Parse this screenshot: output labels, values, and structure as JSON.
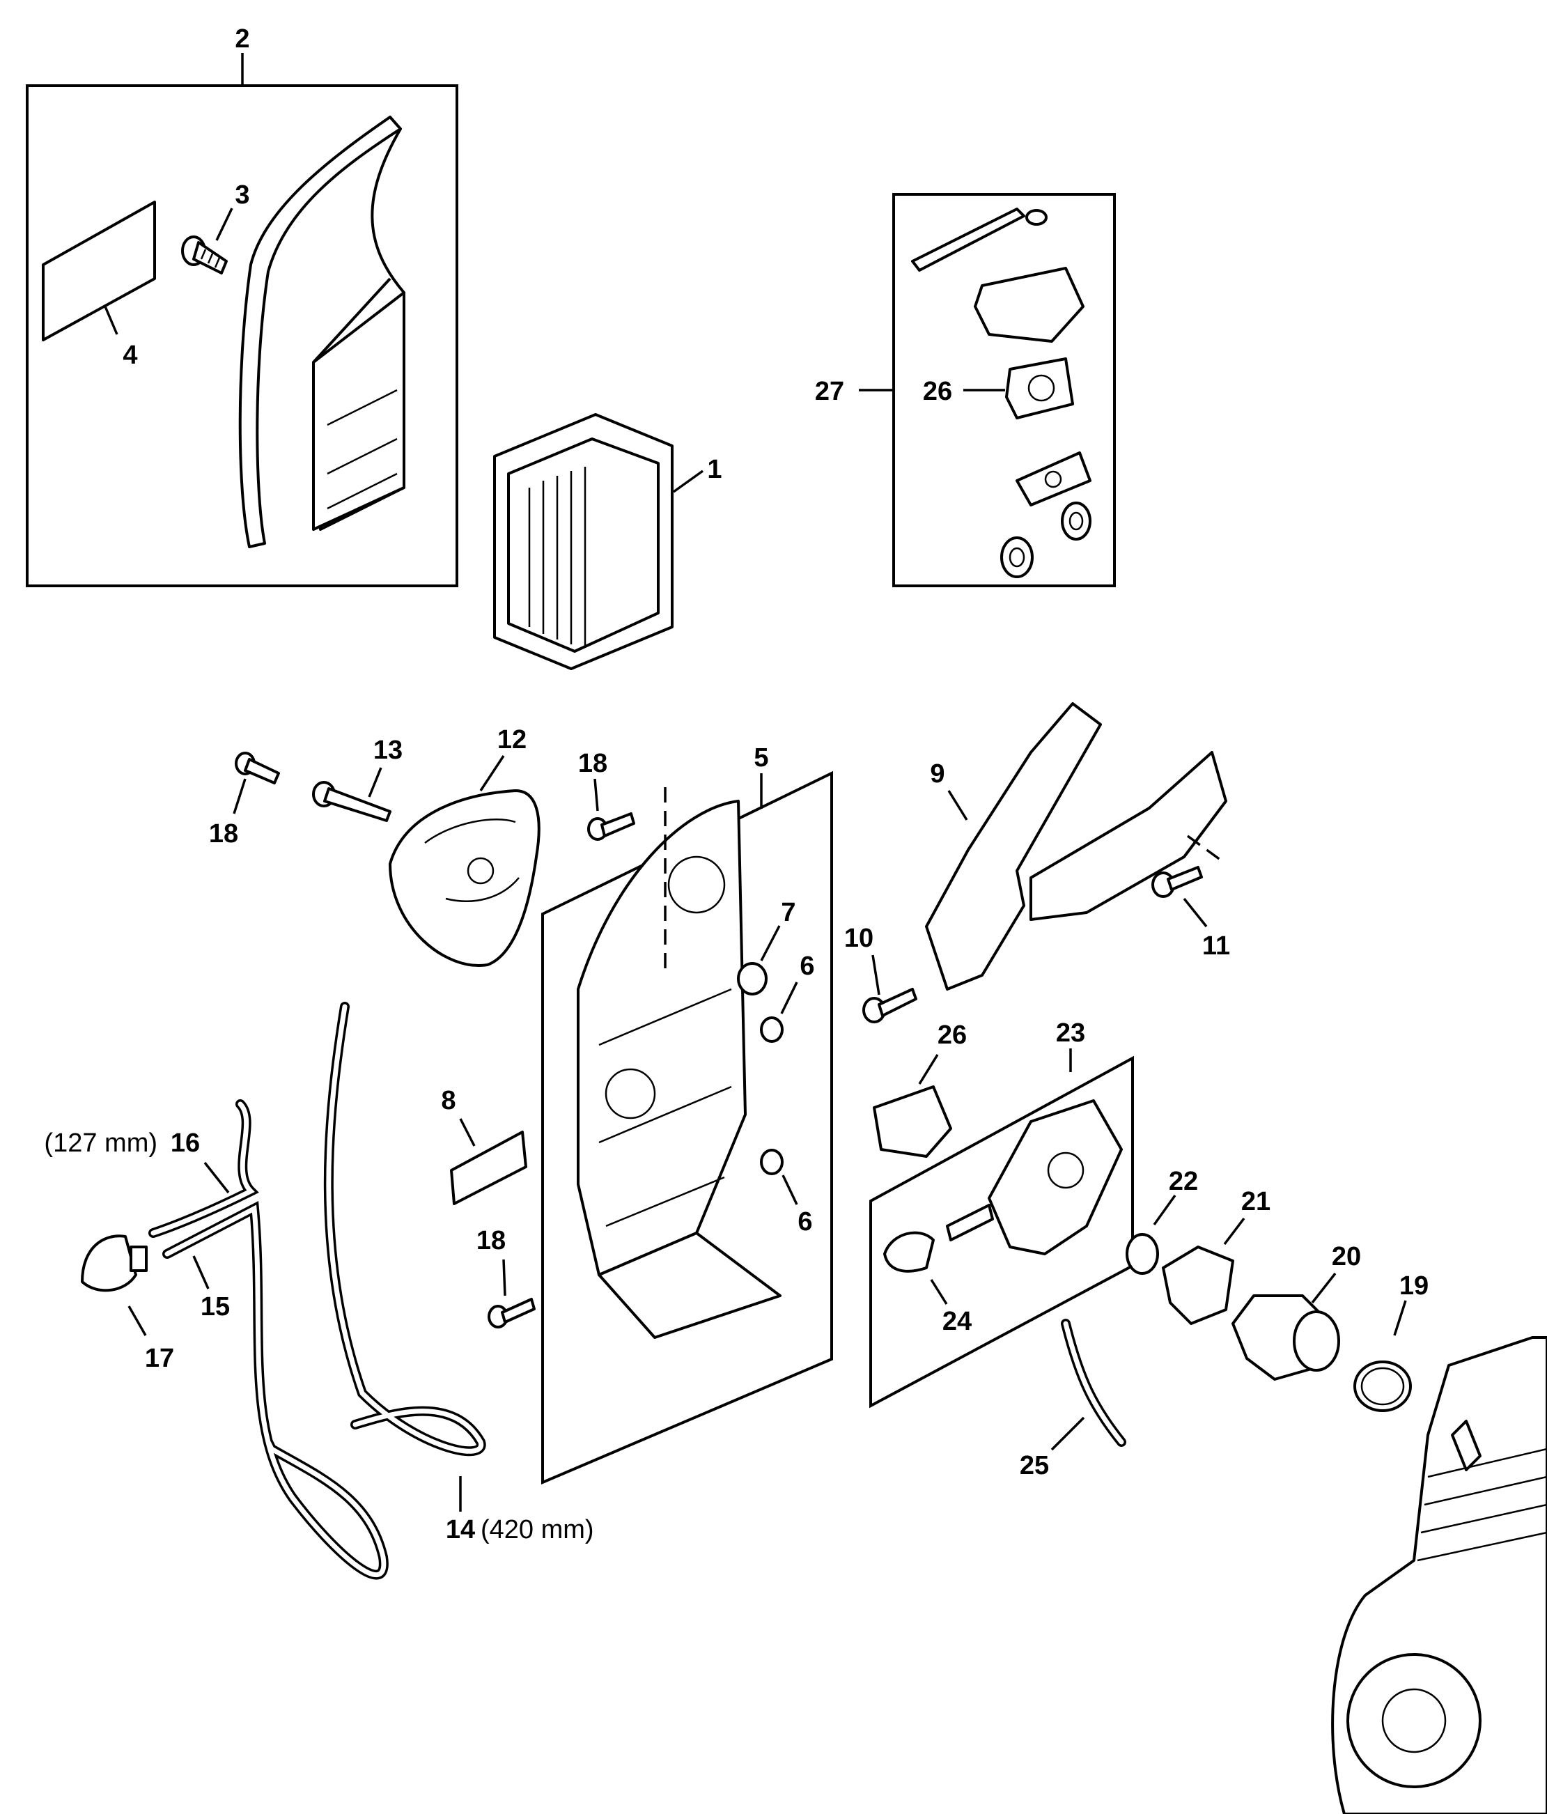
{
  "diagram": {
    "type": "exploded parts diagram",
    "labels": {
      "p1": "1",
      "p2": "2",
      "p3": "3",
      "p4": "4",
      "p5": "5",
      "p6a": "6",
      "p6b": "6",
      "p7": "7",
      "p8": "8",
      "p9": "9",
      "p10": "10",
      "p11": "11",
      "p12": "12",
      "p13": "13",
      "p14": "14",
      "p14_note": "(420 mm)",
      "p15": "15",
      "p16": "16",
      "p16_note": "(127 mm)",
      "p17": "17",
      "p18a": "18",
      "p18b": "18",
      "p18c": "18",
      "p19": "19",
      "p20": "20",
      "p21": "21",
      "p22": "22",
      "p23": "23",
      "p24": "24",
      "p25": "25",
      "p26a": "26",
      "p26b": "26",
      "p27": "27"
    },
    "colors": {
      "ink": "#000000",
      "background": "#ffffff"
    }
  }
}
